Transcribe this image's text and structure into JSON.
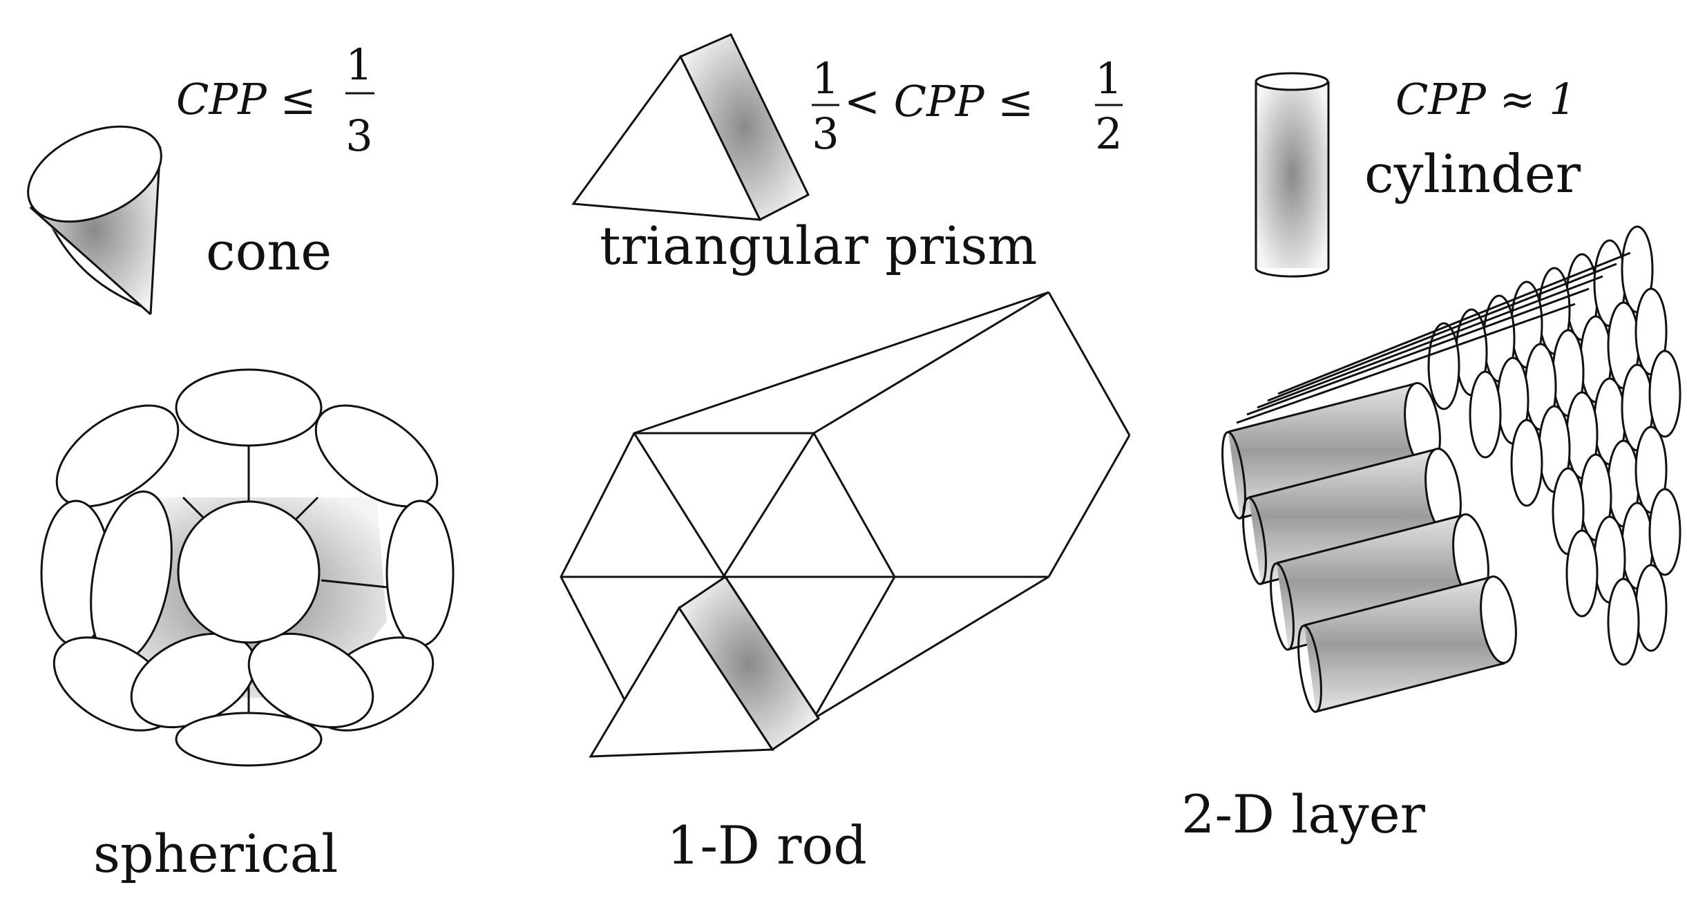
{
  "shapes": [
    {
      "name": "cone",
      "condition": {
        "prefix": "CPP ≤ ",
        "frac_left": null,
        "frac_right": {
          "num": "1",
          "den": "3"
        }
      }
    },
    {
      "name": "triangular prism",
      "condition": {
        "frac_left": {
          "num": "1",
          "den": "3"
        },
        "middle": " < CPP ≤ ",
        "frac_right": {
          "num": "1",
          "den": "2"
        }
      }
    },
    {
      "name": "cylinder",
      "condition": {
        "text": "CPP ≈ 1"
      }
    }
  ],
  "structures": [
    {
      "name": "spherical"
    },
    {
      "name": "1-D rod"
    },
    {
      "name": "2-D layer"
    }
  ],
  "colors": {
    "shade_center": "#8a8a8a",
    "shade_edge": "#f2f2f2",
    "stroke": "#111111"
  }
}
